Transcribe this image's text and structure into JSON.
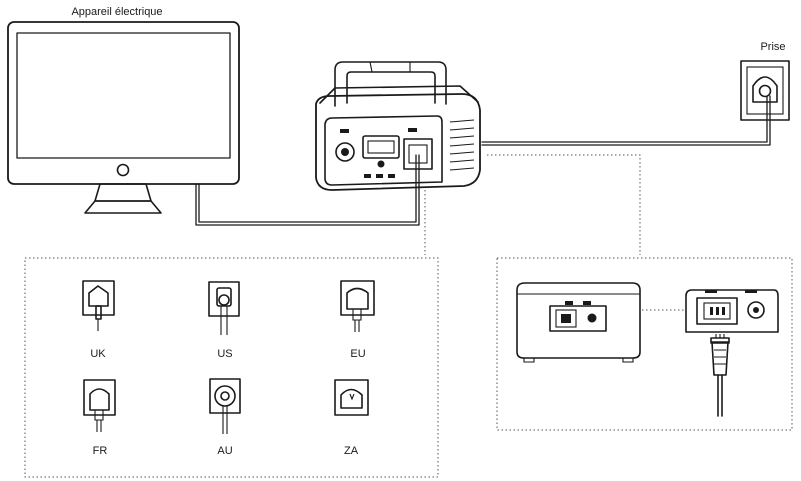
{
  "labels": {
    "device": "Appareil électrique",
    "outlet": "Prise"
  },
  "plugs": [
    {
      "code": "UK"
    },
    {
      "code": "US"
    },
    {
      "code": "EU"
    },
    {
      "code": "FR"
    },
    {
      "code": "AU"
    },
    {
      "code": "ZA"
    }
  ]
}
